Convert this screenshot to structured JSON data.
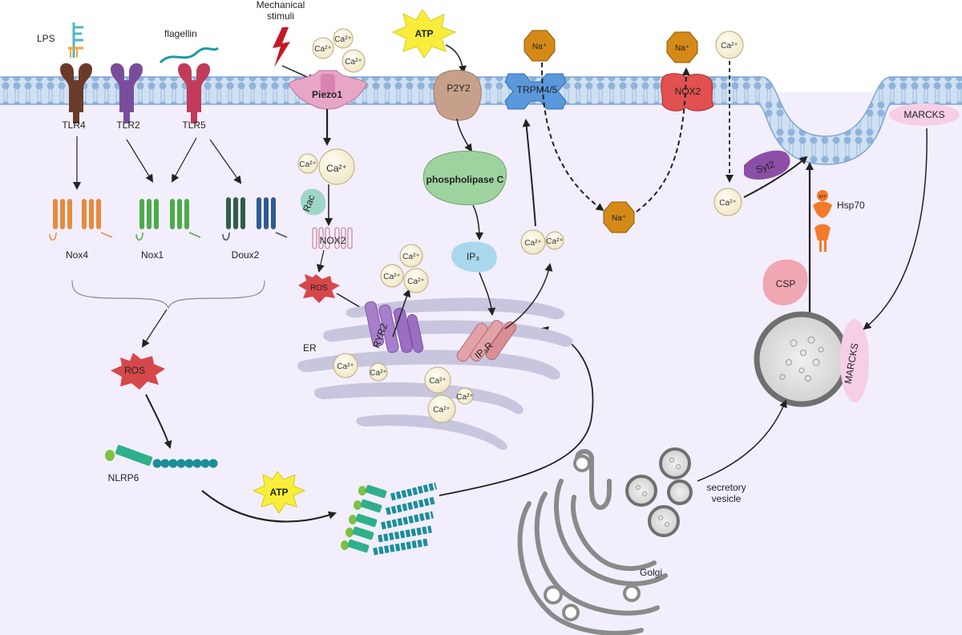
{
  "labels": {
    "lps": "LPS",
    "flagellin": "flagellin",
    "mech_1": "Mechanical",
    "mech_2": "stimuli",
    "atp": "ATP",
    "na": "Na⁺",
    "ca": "Ca²⁺",
    "tlr4": "TLR4",
    "tlr2": "TLR2",
    "tlr5": "TLR5",
    "piezo1": "Piezo1",
    "p2y2": "P2Y2",
    "trpm": "TRPM4/5",
    "nox2_membrane": "NOX2",
    "marcks": "MARCKS",
    "nox4": "Nox4",
    "nox1": "Nox1",
    "doux2": "Doux2",
    "rac": "Rac",
    "nox2": "NOX2",
    "ros": "ROS",
    "plc": "phospholipase C",
    "ip3": "IP₃",
    "ip3r": "IP₃R",
    "ryr2": "RYR2",
    "er": "ER",
    "syt2": "Syt2",
    "hsp70": "Hsp70",
    "csp": "CSP",
    "nlrp6": "NLRP6",
    "secretory_1": "secretory",
    "secretory_2": "vesicle",
    "golgi": "Golgi"
  },
  "colors": {
    "background": "#f3eefb",
    "membrane": "#a9c6e6",
    "tlr4": "#6b3b2a",
    "tlr2": "#7a4d9c",
    "tlr5": "#c23b5a",
    "piezo": "#e8a6c6",
    "p2y2": "#c7a08c",
    "trpm": "#5a98dc",
    "nox2": "#e2504f",
    "sodium": "#d58a18",
    "calcium": "#f7f1d9",
    "ros": "#d6474a",
    "plc": "#9ed29e",
    "ip3": "#a9d8ee",
    "er": "#c8c6de",
    "nlrp6": "#1a8f9a",
    "atp": "#f8ee3a",
    "marcks": "#f6cfe6"
  },
  "icons": [
    "lightning-icon",
    "atp-burst-icon",
    "ros-burst-icon",
    "calcium-ion-icon",
    "sodium-ion-icon",
    "receptor-icon"
  ]
}
